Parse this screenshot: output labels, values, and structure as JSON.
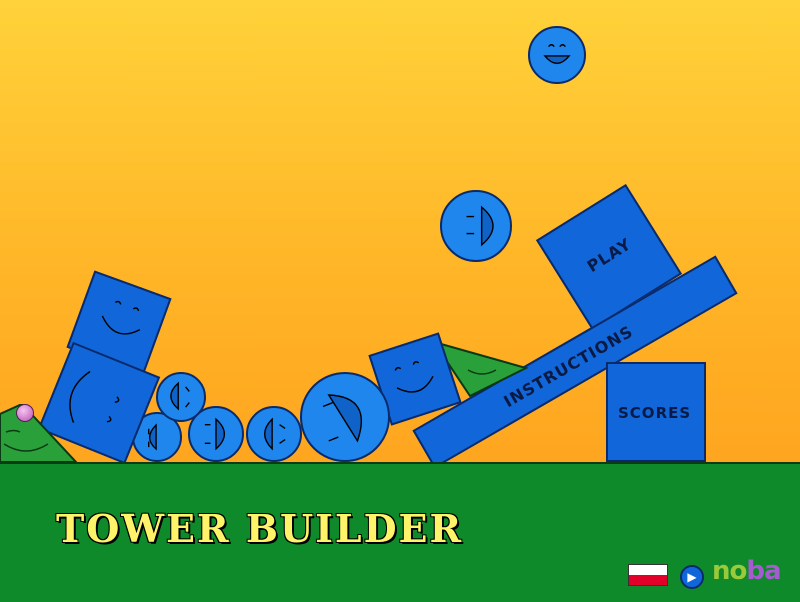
{
  "game": {
    "title": "TOWER BUILDER",
    "menu": {
      "play_label": "PLAY",
      "instructions_label": "INSTRUCTIONS",
      "scores_label": "SCORES"
    },
    "footer": {
      "language_flag": "poland-flag-icon",
      "sound_icon": "speaker-icon",
      "brand_logo": "noba"
    }
  },
  "colors": {
    "sky_top": "#ffd23a",
    "sky_bottom": "#ff9a1a",
    "ground": "#0f8a2b",
    "block_blue": "#1167d9",
    "circle_blue": "#1e86ec",
    "title_yellow": "#fff36a",
    "triangle_green": "#2aa03a"
  }
}
